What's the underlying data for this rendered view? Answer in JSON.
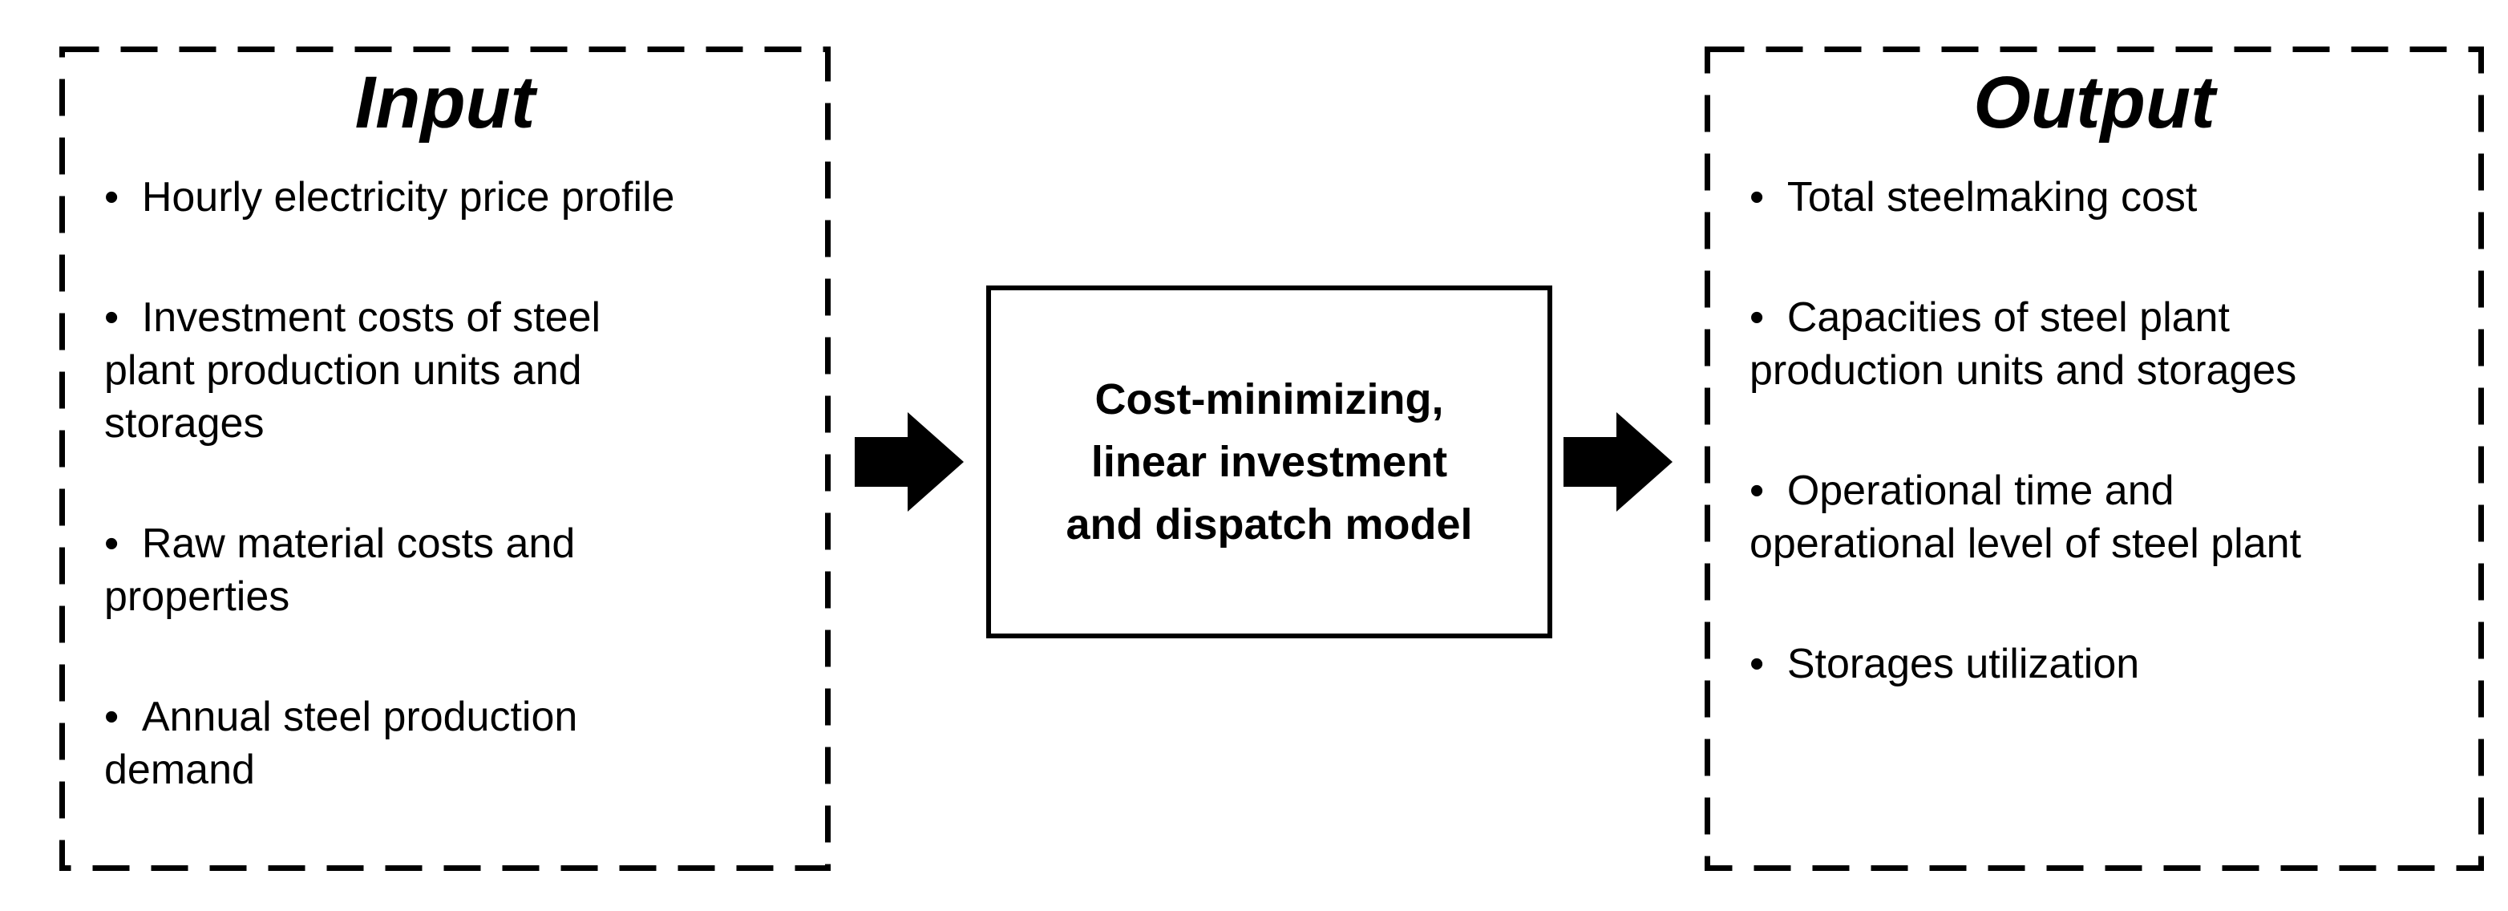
{
  "bullet": "•",
  "colors": {
    "ink": "#000000",
    "background": "#ffffff"
  },
  "input_box": {
    "title": "Input",
    "items": [
      [
        "Hourly electricity price profile"
      ],
      [
        "Investment costs of steel",
        "plant production units and",
        "storages"
      ],
      [
        "Raw material costs and",
        "properties"
      ],
      [
        "Annual steel production",
        "demand"
      ]
    ]
  },
  "model_box": {
    "lines": [
      "Cost-minimizing,",
      "linear investment",
      "and dispatch model"
    ]
  },
  "output_box": {
    "title": "Output",
    "items": [
      [
        "Total steelmaking cost"
      ],
      [
        "Capacities of steel plant",
        "production units and storages"
      ],
      [
        "Operational time and",
        "operational level of steel plant"
      ],
      [
        "Storages utilization"
      ]
    ]
  },
  "arrows": [
    {
      "name": "input-to-model-arrow",
      "direction": "right"
    },
    {
      "name": "model-to-output-arrow",
      "direction": "right"
    }
  ]
}
